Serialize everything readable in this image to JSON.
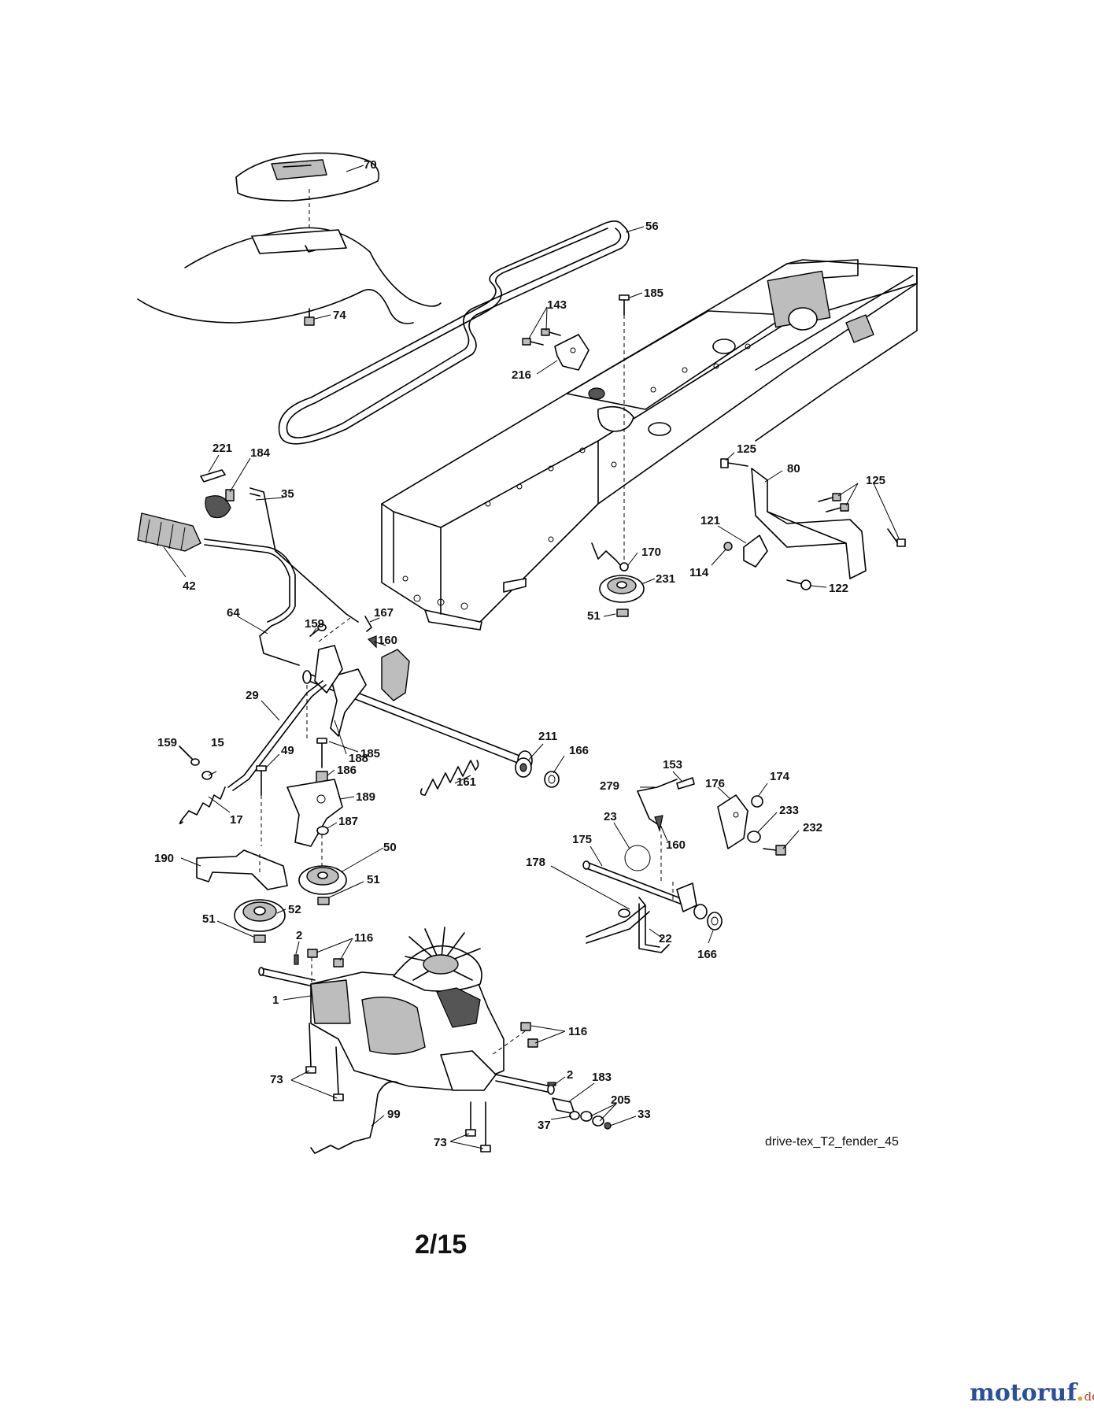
{
  "part_labels": {
    "p70": "70",
    "p56": "56",
    "p74": "74",
    "p185a": "185",
    "p143": "143",
    "p216": "216",
    "p221": "221",
    "p184": "184",
    "p35": "35",
    "p42": "42",
    "p64": "64",
    "p159a": "159",
    "p167": "167",
    "p160a": "160",
    "p29": "29",
    "p188": "188",
    "p185b": "185",
    "p49": "49",
    "p186": "186",
    "p159b": "159",
    "p15": "15",
    "p17": "17",
    "p189": "189",
    "p187": "187",
    "p161": "161",
    "p211": "211",
    "p166a": "166",
    "p190": "190",
    "p50": "50",
    "p51a": "51",
    "p51b": "51",
    "p52": "52",
    "p125a": "125",
    "p80": "80",
    "p125b": "125",
    "p121": "121",
    "p114": "114",
    "p122": "122",
    "p170": "170",
    "p231": "231",
    "p51c": "51",
    "p153": "153",
    "p176": "176",
    "p174": "174",
    "p279": "279",
    "p233": "233",
    "p232": "232",
    "p23": "23",
    "p160b": "160",
    "p175": "175",
    "p178": "178",
    "p22": "22",
    "p166b": "166",
    "p2a": "2",
    "p116a": "116",
    "p1": "1",
    "p116b": "116",
    "p73a": "73",
    "p2b": "2",
    "p183": "183",
    "p99": "99",
    "p205": "205",
    "p33": "33",
    "p37": "37",
    "p73b": "73"
  },
  "diagram_code": "drive-tex_T2_fender_45",
  "page_number": "2/15",
  "watermark": {
    "name": "motoruf",
    "dot": ".",
    "tld": "de"
  }
}
